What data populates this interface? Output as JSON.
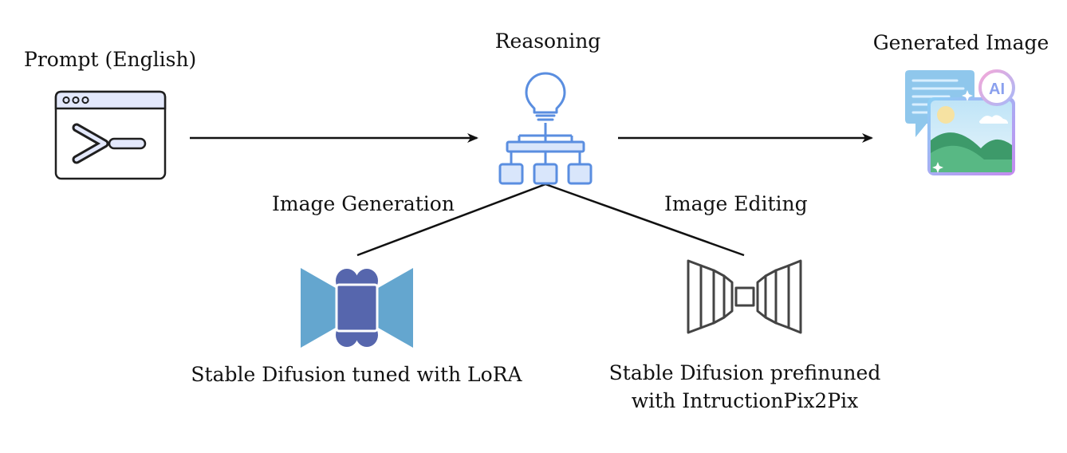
{
  "nodes": {
    "prompt": {
      "label": "Prompt (English)",
      "icon": "terminal-window-icon"
    },
    "reasoning": {
      "label": "Reasoning",
      "icon": "lightbulb-hierarchy-icon"
    },
    "generated": {
      "label": "Generated Image",
      "icon": "ai-image-icon"
    },
    "lora": {
      "label": "Stable Difusion tuned with LoRA",
      "icon": "unet-blue-icon"
    },
    "pix2pix": {
      "label": "Stable Difusion prefinuned\nwith IntructionPix2Pix",
      "icon": "unet-outline-icon"
    }
  },
  "edges": {
    "generation": {
      "label": "Image Generation"
    },
    "editing": {
      "label": "Image Editing"
    }
  },
  "colors": {
    "reasoning_blue": "#5a8ee0",
    "reasoning_fill": "#d9e6fb",
    "unet_light": "#64a6cf",
    "unet_dark": "#5666ad",
    "terminal_fill": "#e3e8fb",
    "outline_gray": "#444444"
  }
}
